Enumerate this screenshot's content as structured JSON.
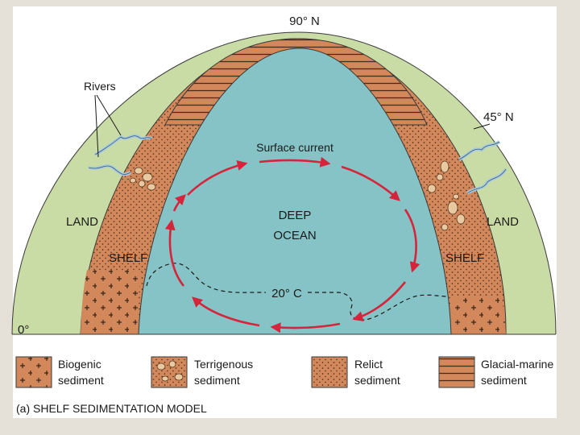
{
  "labels": {
    "north_pole": "90° N",
    "mid_latitude": "45° N",
    "equator": "0°",
    "rivers": "Rivers",
    "land_left": "LAND",
    "land_right": "LAND",
    "shelf_left": "SHELF",
    "shelf_right": "SHELF",
    "surface_current": "Surface current",
    "deep_ocean_line1": "DEEP",
    "deep_ocean_line2": "OCEAN",
    "isotherm": "20° C"
  },
  "legend": [
    {
      "line1": "Biogenic",
      "line2": "sediment",
      "pattern": "biogenic"
    },
    {
      "line1": "Terrigenous",
      "line2": "sediment",
      "pattern": "terrigenous"
    },
    {
      "line1": "Relict",
      "line2": "sediment",
      "pattern": "relict"
    },
    {
      "line1": "Glacial-marine",
      "line2": "sediment",
      "pattern": "glacial"
    }
  ],
  "caption": "(a) SHELF SEDIMENTATION MODEL",
  "colors": {
    "land": "#c9dca6",
    "shelf": "#d2885a",
    "ocean": "#86c3c6",
    "current": "#d6243a",
    "river": "#a9cbe0",
    "outline": "#3a3a3a"
  }
}
